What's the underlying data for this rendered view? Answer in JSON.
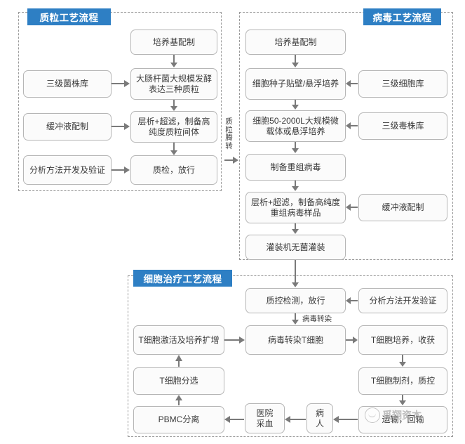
{
  "diagram": {
    "title_hidden": "",
    "accent_color": "#2e7fc4",
    "box_border_color": "#b6b6b6",
    "section_border_color": "#9a9a9a"
  },
  "sections": [
    {
      "id": "plasmid",
      "badge": "质粒工艺流程"
    },
    {
      "id": "virus",
      "badge": "病毒工艺流程"
    },
    {
      "id": "cell",
      "badge": "细胞治疗工艺流程"
    }
  ],
  "plasmid_nodes": {
    "media_prep": "培养基配制",
    "strain_bank": "三级菌株库",
    "fermentation": "大肠杆菌大规模发酵表达三种质粒",
    "buffer_prep": "缓冲液配制",
    "chroma_uf": "层析+超滤，制备高纯度质粒间体",
    "analytics": "分析方法开发及验证",
    "qc_release": "质检，放行"
  },
  "virus_nodes": {
    "media_prep": "培养基配制",
    "cell_bank": "三级细胞库",
    "seed_culture": "细胞种子贴壁/悬浮培养",
    "virus_bank": "三级毒株库",
    "large_scale": "细胞50-2000L大规模微载体或悬浮培养",
    "recombinant": "制备重组病毒",
    "buffer_prep": "缓冲液配制",
    "chroma_uf": "层析+超滤，制备高纯度重组病毒样品",
    "filling": "灌装机无菌灌装"
  },
  "cell_nodes": {
    "qc_release": "质控检测，放行",
    "analytics": "分析方法开发验证",
    "t_activate": "T细胞激活及培养扩增",
    "transduce": "病毒转染T细胞",
    "t_culture": "T细胞培养，收获",
    "t_sort": "T细胞分选",
    "t_product": "T细胞制剂，质控",
    "pbmc": "PBMC分离",
    "hospital": "医院\n采血",
    "patient": "病\n人",
    "transport": "运输，回输"
  },
  "connector_labels": {
    "plasmid_transfer": "质粒腾转",
    "virus_transduction": "病毒转染"
  },
  "watermark": {
    "text": "觅翔资本",
    "logo": "circle-smile-logo"
  }
}
